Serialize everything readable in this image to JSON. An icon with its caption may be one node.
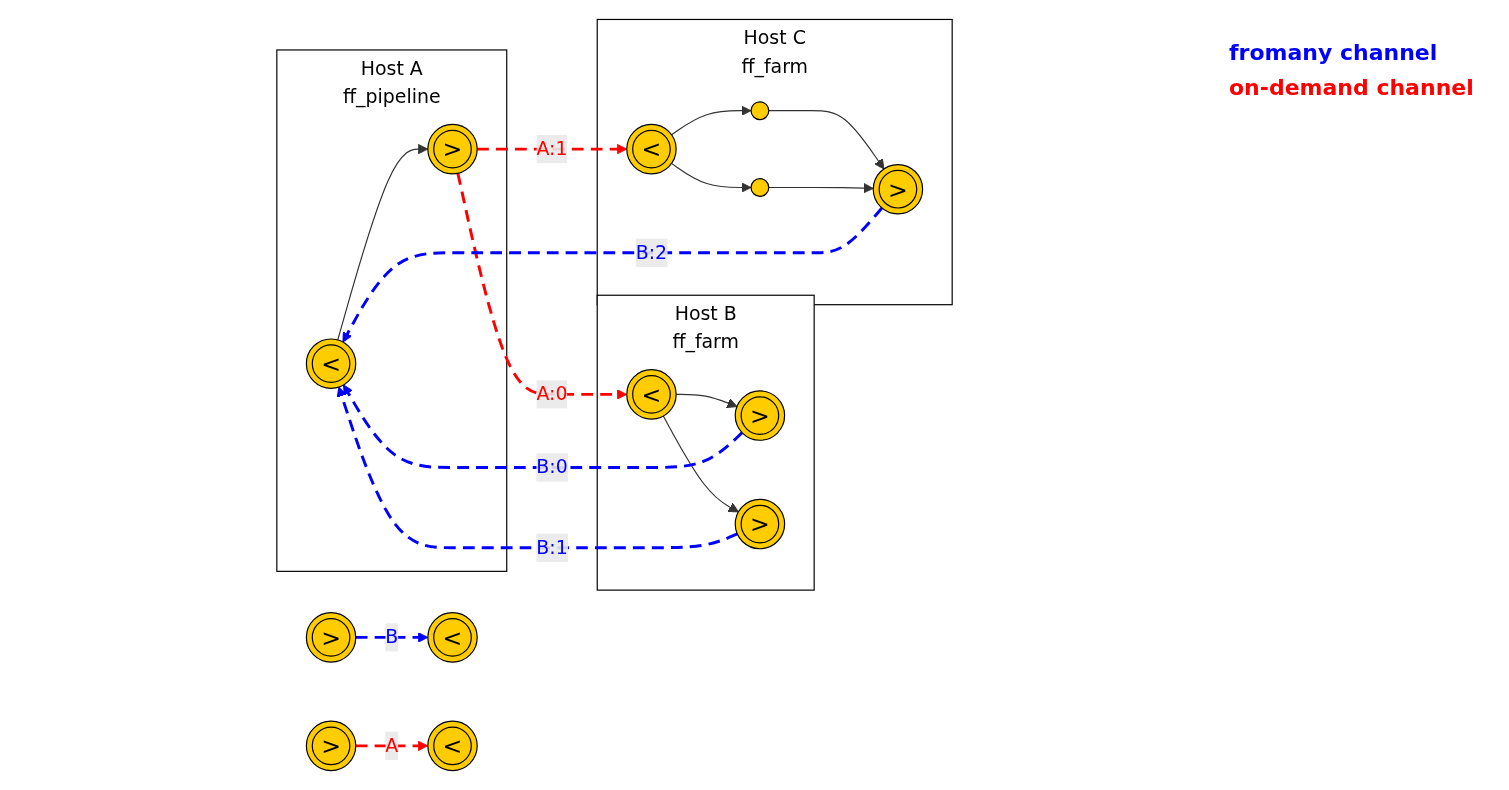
{
  "diagram": {
    "nodes": [
      {
        "text": [
          "Host A",
          "ff_pipeline"
        ]
      },
      {
        "text": [
          "<"
        ],
        "in": 0
      },
      {
        "text": [
          ">"
        ],
        "in": 0
      },
      {
        "text": [
          "Host B",
          "ff_farm"
        ]
      },
      {
        "text": [
          "<"
        ],
        "in": 3
      },
      {
        "text": [
          ">"
        ],
        "in": 3
      },
      {
        "text": [
          ">"
        ],
        "in": 3
      },
      {
        "text": [
          "Host C",
          "ff_farm"
        ]
      },
      {
        "text": [
          "<"
        ],
        "in": 7
      },
      {
        "text": [],
        "shape": "circle",
        "in": 7
      },
      {
        "text": [],
        "shape": "circle",
        "in": 7
      },
      {
        "text": [
          ">"
        ],
        "in": 7
      },
      {
        "text": [
          "<"
        ]
      },
      {
        "text": [
          ">"
        ]
      },
      {
        "text": [
          ">"
        ]
      },
      {
        "text": [
          "<"
        ]
      }
    ],
    "edges": [
      {
        "from": 1,
        "to": 2,
        "arrow": "to"
      },
      {
        "from": 2,
        "to": 4,
        "arrow": "to",
        "label": "A:0",
        "style": "dashed",
        "color": "#ff0000"
      },
      {
        "from": 2,
        "to": 8,
        "arrow": "to",
        "label": "A:1",
        "style": "dashed",
        "color": "#ff0000"
      },
      {
        "from": 4,
        "to": 5,
        "arrow": "to"
      },
      {
        "from": 4,
        "to": 6,
        "arrow": "to"
      },
      {
        "from": 5,
        "to": 1,
        "arrow": "to",
        "label": "B:0",
        "style": "dashed",
        "color": "#0000ff"
      },
      {
        "from": 6,
        "to": 1,
        "arrow": "to",
        "label": "B:1",
        "style": "dashed",
        "color": "#0000ff"
      },
      {
        "from": 8,
        "to": 9,
        "arrow": "to"
      },
      {
        "from": 8,
        "to": 10,
        "arrow": "to"
      },
      {
        "from": 9,
        "to": 11,
        "arrow": "to"
      },
      {
        "from": 10,
        "to": 11,
        "arrow": "to"
      },
      {
        "from": 11,
        "to": 1,
        "arrow": "to",
        "label": "B:2",
        "style": "dashed",
        "color": "#0000ff"
      },
      {
        "from": 13,
        "to": 12,
        "arrow": "to",
        "label": "B",
        "style": "dashed",
        "color": "#0000ff"
      },
      {
        "from": 14,
        "to": 15,
        "arrow": "to",
        "label": "A",
        "style": "dashed",
        "color": "#ff0000"
      }
    ],
    "labels": [
      "fromany channel",
      "on-demand channel"
    ]
  }
}
